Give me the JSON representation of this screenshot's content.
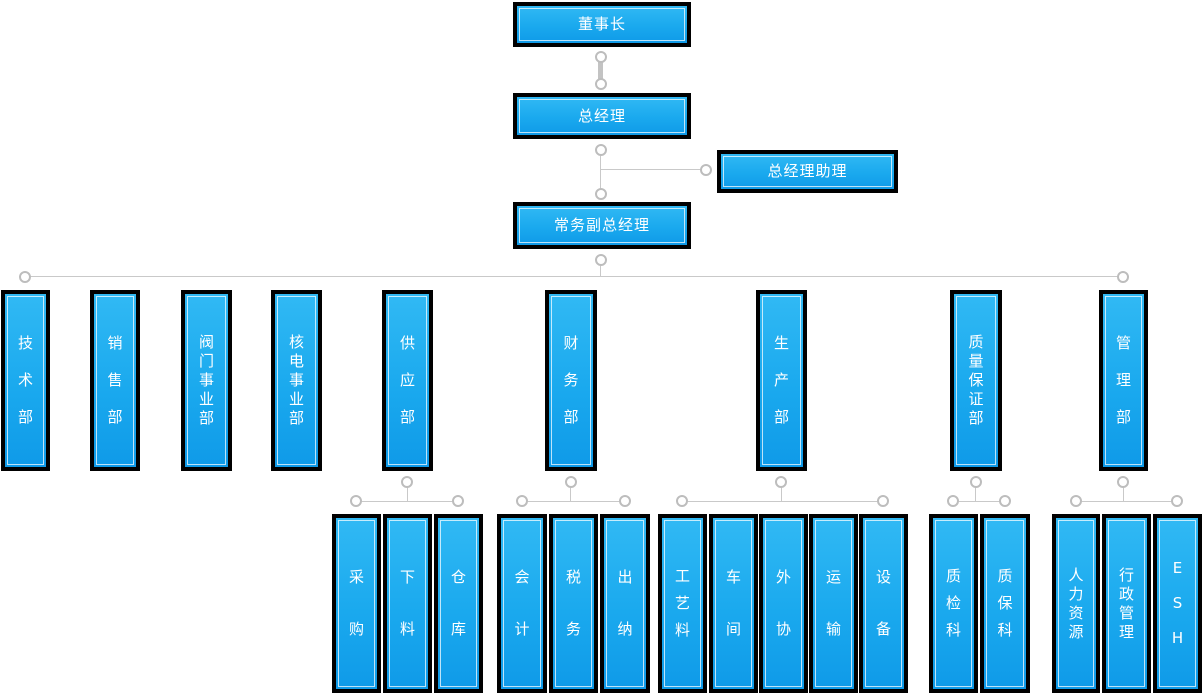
{
  "chart_title": "",
  "nodes": {
    "chairman": "董事长",
    "general_manager": "总经理",
    "gm_assistant": "总经理助理",
    "deputy_gm": "常务副总经理",
    "depts": [
      "技术部",
      "销售部",
      "阀门事业部",
      "核电事业部",
      "供应部",
      "财务部",
      "生产部",
      "质量保证部",
      "管理部"
    ],
    "supply_subs": [
      "采购",
      "下料",
      "仓库"
    ],
    "finance_subs": [
      "会计",
      "税务",
      "出纳"
    ],
    "production_subs": [
      "工艺料",
      "车间",
      "外协",
      "运输",
      "设备"
    ],
    "qa_subs": [
      "质检科",
      "质保科"
    ],
    "management_subs": [
      "人力资源",
      "行政管理",
      "ESH"
    ]
  },
  "hierarchy_note": "董事长 > 总经理 (助理: 总经理助理) > 常务副总经理 > 9个部门; 供应部>采购/下料/仓库; 财务部>会计/税务/出纳; 生产部>工艺料/车间/外协/运输/设备; 质量保证部>质检科/质保科; 管理部>人力资源/行政管理/ESH",
  "colors": {
    "node_fill_top": "#31b9f4",
    "node_fill_bottom": "#0f9ae8",
    "node_border": "#000000",
    "node_inner_border": "#d8f1fd",
    "node_text": "#ffffff",
    "connector_line": "#c9c9c9",
    "connector_dot_fill": "#ffffff",
    "connector_dot_border": "#bdbdbd",
    "background": "#ffffff"
  }
}
